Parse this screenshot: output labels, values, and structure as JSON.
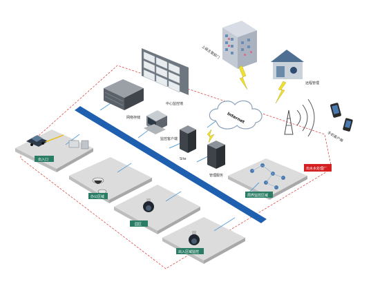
{
  "labels": {
    "superior": "上级主管部门",
    "remote": "远程管理",
    "mobile": "手机客户端",
    "internet": "Internet",
    "video_wall": "中心监控墙",
    "storage": "网络存储",
    "workstation": "监控客户端",
    "server1": "Site",
    "server2": "管理服务",
    "zone1": "出入口",
    "zone2": "办公区域",
    "zone3": "园区",
    "zone4": "出入区域监控",
    "zone5": "周界监控区域",
    "red_tag": "出水水处理厂"
  },
  "colors": {
    "backbone": "#1f5fb0",
    "border_dashed": "#e04848",
    "zone_tag": "#2a7d64",
    "red_tag": "#d42020",
    "lightning": "#f0e030",
    "cloud_stroke": "#8aa0b8"
  },
  "icons": [
    "building-icon",
    "house-icon",
    "phone-icon",
    "tower-icon",
    "cloud-icon",
    "server-icon",
    "camera-icon",
    "vehicle-icon",
    "monitor-icon",
    "video-wall-icon"
  ]
}
